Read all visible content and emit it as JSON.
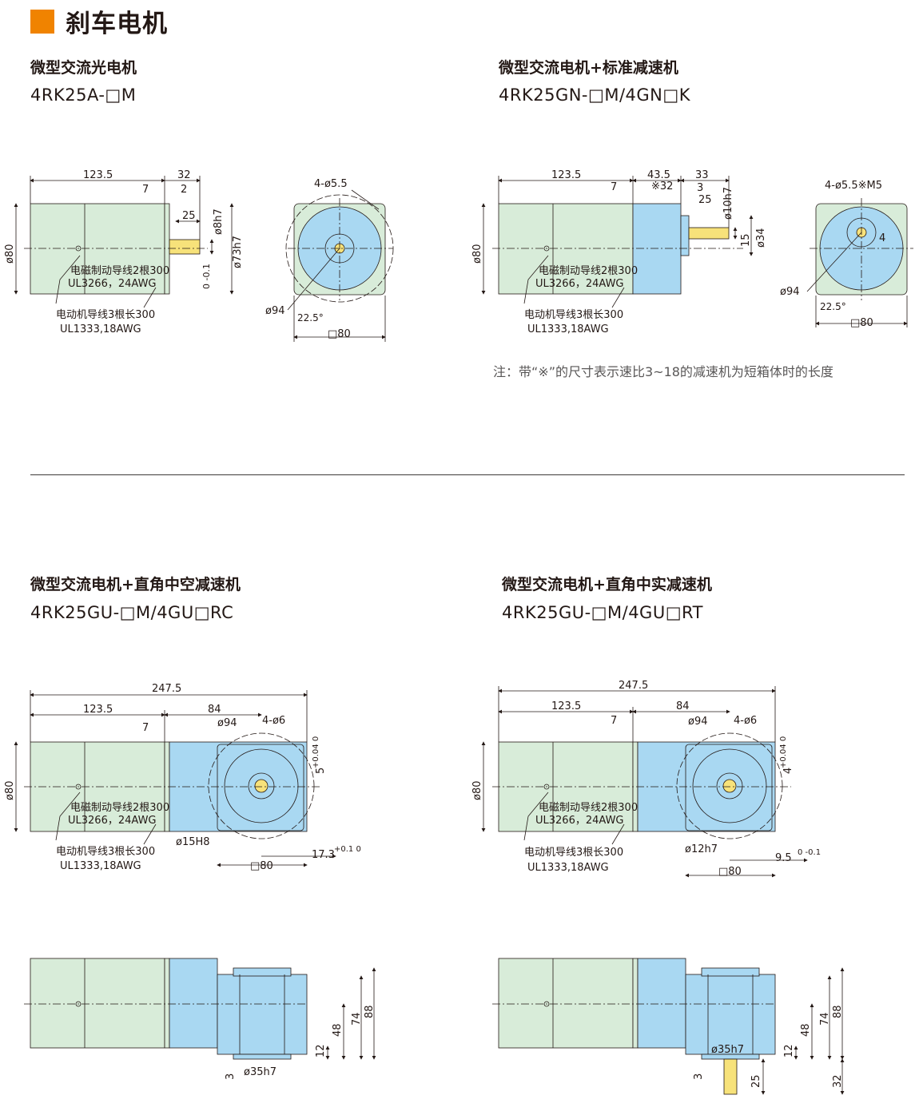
{
  "header": {
    "title": "刹车电机",
    "accent_color": "#f08300"
  },
  "sections": [
    {
      "title": "微型交流光电机",
      "model": "4RK25A-□M"
    },
    {
      "title": "微型交流电机+标准减速机",
      "model": "4RK25GN-□M/4GN□K"
    },
    {
      "title": "微型交流电机+直角中空减速机",
      "model": "4RK25GU-□M/4GU□RC"
    },
    {
      "title": "微型交流电机+直角中实减速机",
      "model": "4RK25GU-□M/4GU□RT"
    }
  ],
  "note": "注：带“※”的尺寸表示速比3~18的减速机为短箱体时的长度",
  "colors": {
    "motor": "#d8ecd9",
    "gearbox": "#a9d8f2",
    "shaft": "#f7e27a"
  },
  "labels": {
    "lead_brake": "电磁制动导线2根300",
    "ul_brake": "UL3266，24AWG",
    "lead_motor": "电动机导线3根长300",
    "ul_motor": "UL1333,18AWG"
  },
  "dims": {
    "s1": {
      "len": "123.5",
      "d32": "32",
      "d7": "7",
      "d2": "2",
      "d25": "25",
      "d8h7": "ø8h7",
      "d73h7": "ø73h7",
      "dia80": "ø80",
      "tol": "0 -0.1",
      "holes": "4-ø5.5",
      "pcd": "ø94",
      "ang": "22.5°",
      "sq": "□80"
    },
    "s2": {
      "len": "123.5",
      "d435": "43.5",
      "d32s": "※32",
      "d33": "33",
      "d7": "7",
      "d3": "3",
      "d25": "25",
      "d10h7": "ø10h7",
      "d15": "15",
      "d34": "ø34",
      "dia80": "ø80",
      "holes": "4-ø5.5※M5",
      "pcd": "ø94",
      "ang": "22.5°",
      "sq": "□80",
      "key": "4"
    },
    "s3": {
      "total": "247.5",
      "len": "123.5",
      "d84": "84",
      "d7": "7",
      "pcd": "ø94",
      "holes": "4-ø6",
      "dia80": "ø80",
      "bore": "ø15H8",
      "key": "17.3",
      "keytol": "+0.1 0",
      "sq": "□80",
      "hk": "5",
      "hktol": "+0.04 0",
      "h88": "88",
      "h74": "74",
      "h48": "48",
      "h12": "12",
      "h3": "3",
      "boss": "ø35h7"
    },
    "s4": {
      "total": "247.5",
      "len": "123.5",
      "d84": "84",
      "d7": "7",
      "pcd": "ø94",
      "holes": "4-ø6",
      "dia80": "ø80",
      "shaft": "ø12h7",
      "key": "9.5",
      "keytol": "0 -0.1",
      "sq": "□80",
      "hk": "4",
      "hktol": "+0.04 0",
      "h88": "88",
      "h74": "74",
      "h48": "48",
      "h12": "12",
      "h3": "3",
      "boss": "ø35h7",
      "h25": "25",
      "h32": "32"
    }
  }
}
